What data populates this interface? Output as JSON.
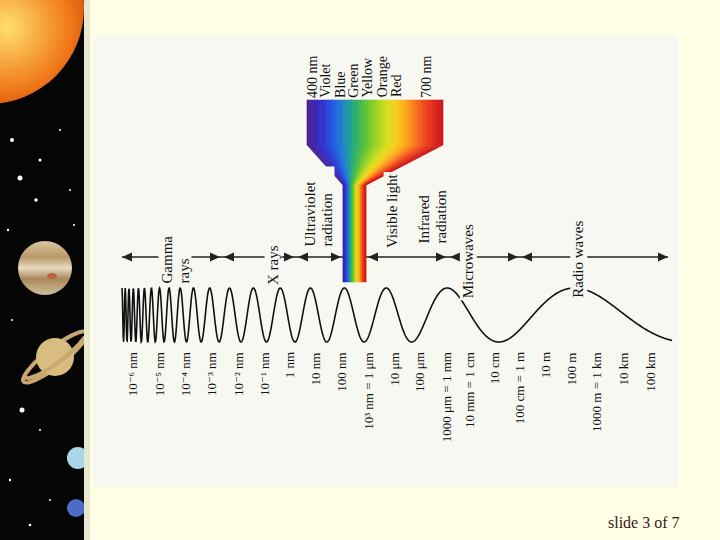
{
  "diagram": {
    "labels": [
      "Gamma rays",
      "X rays",
      "Ultraviolet radiation",
      "Visible light",
      "Infrared radiation",
      "Microwaves",
      "Radio waves",
      "400 nm",
      "Violet",
      "Blue",
      "Green",
      "Yellow",
      "Orange",
      "Red",
      "700 nm",
      "10⁻⁶ nm",
      "10⁻⁵ nm",
      "10⁻⁴ nm",
      "10⁻³ nm",
      "10⁻² nm",
      "10⁻¹ nm",
      "1 nm",
      "10 nm",
      "100 nm",
      "10³ nm = 1 μm",
      "10 μm",
      "100 μm",
      "1000 μm = 1 mm",
      "10 mm = 1 cm",
      "10 cm",
      "100 cm = 1 m",
      "10 m",
      "100 m",
      "1000 m = 1 km",
      "10 km",
      "100 km",
      "slide 3 of 7"
    ]
  }
}
